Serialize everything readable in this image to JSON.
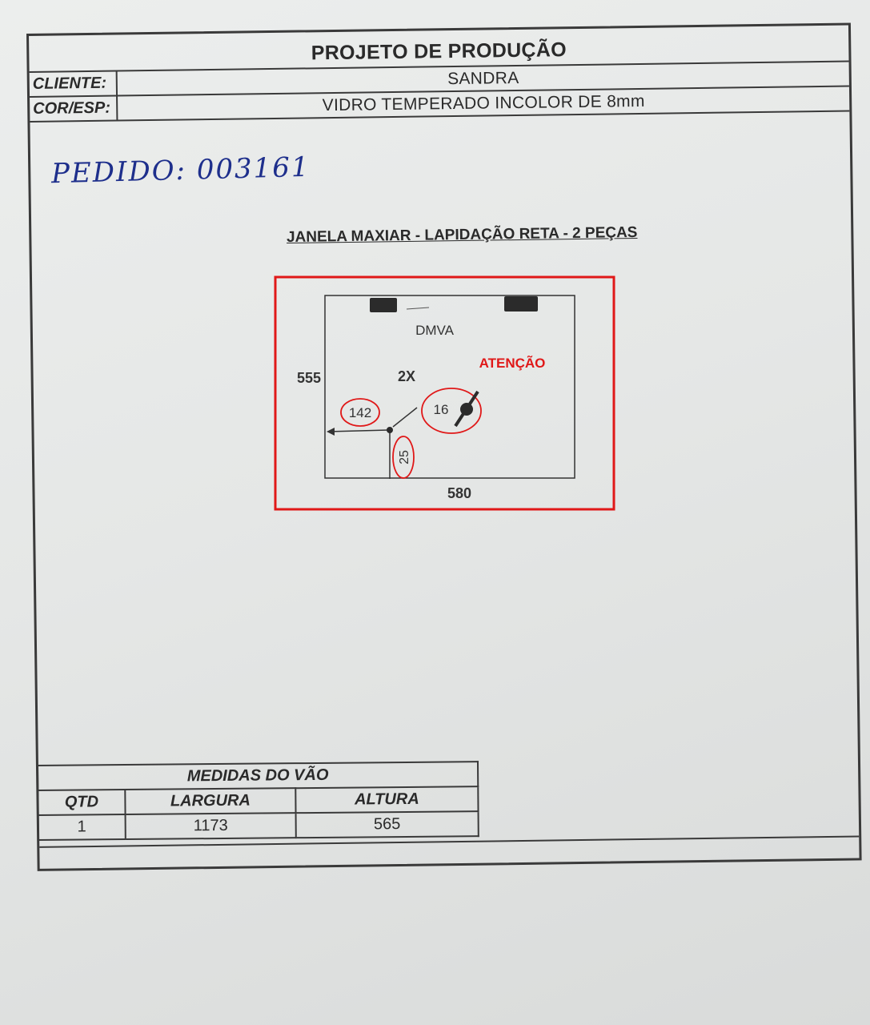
{
  "document": {
    "title": "PROJETO DE PRODUÇÃO",
    "client_label": "CLIENTE:",
    "client_value": "SANDRA",
    "color_label": "COR/ESP:",
    "color_value": "VIDRO TEMPERADO INCOLOR DE 8mm",
    "handwritten_order": "PEDIDO: 003161",
    "subtitle": "JANELA MAXIAR - LAPIDAÇÃO RETA - 2 PEÇAS"
  },
  "drawing": {
    "label_dmva": "DMVA",
    "label_atencao": "ATENÇÃO",
    "label_2x": "2X",
    "height": "555",
    "width": "580",
    "dim_142": "142",
    "dim_16": "16",
    "dim_25": "25",
    "highlight_color": "#e01818"
  },
  "vao_table": {
    "title": "MEDIDAS DO VÃO",
    "headers": [
      "QTD",
      "LARGURA",
      "ALTURA"
    ],
    "rows": [
      [
        "1",
        "1173",
        "565"
      ]
    ]
  }
}
